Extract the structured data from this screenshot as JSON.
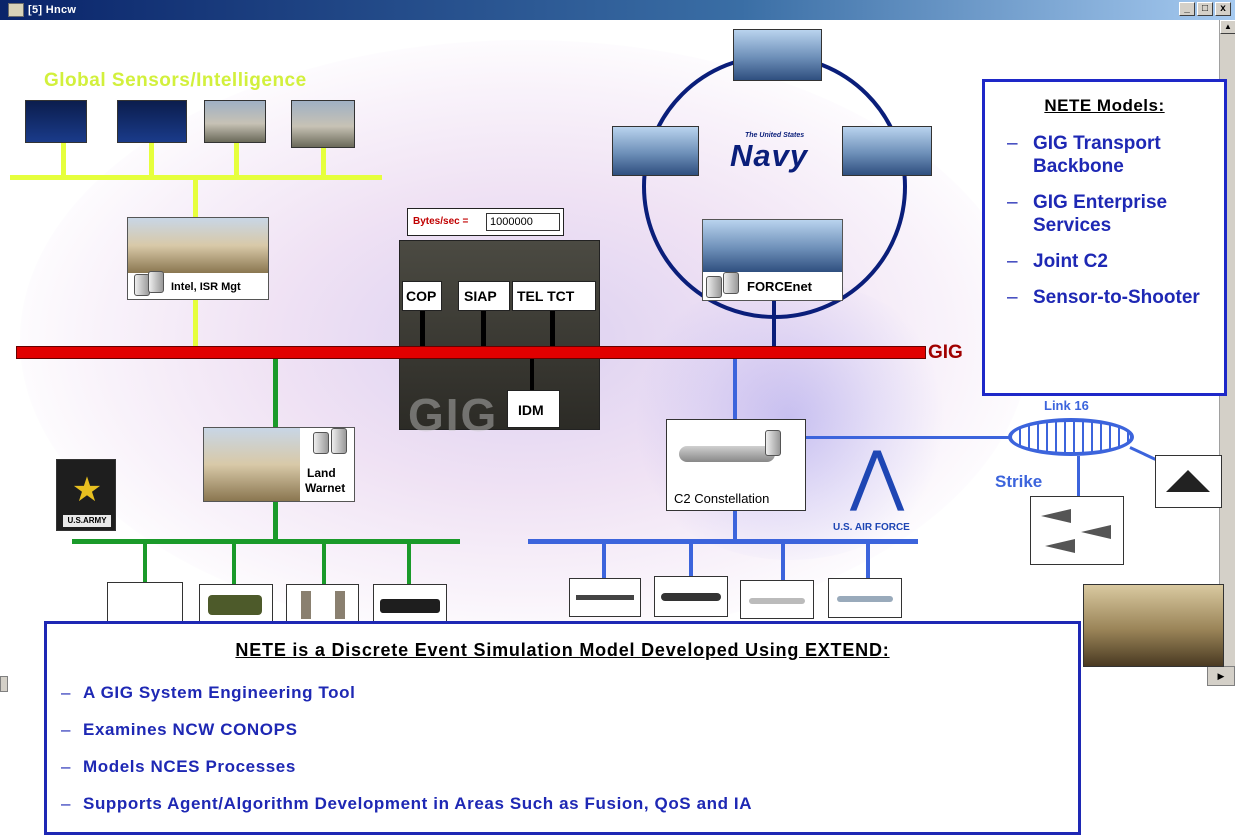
{
  "window": {
    "title": "[5] Hncw",
    "buttons": [
      "_",
      "□",
      "x"
    ]
  },
  "diagram": {
    "global_sensors_title": "Global Sensors/Intelligence",
    "navy_label": "Navy",
    "navy_sublabel": "The United States",
    "bytes_label": "Bytes/sec =",
    "bytes_value": "1000000",
    "cop": "COP",
    "siap": "SIAP",
    "tel_tct": "TEL TCT",
    "idm": "IDM",
    "gig_label": "GIG",
    "gig_watermark": "GIG",
    "intel_node": "Intel, ISR Mgt",
    "forcenet_node": "FORCEnet",
    "land_warnet_line1": "Land",
    "land_warnet_line2": "Warnet",
    "c2_constellation": "C2 Constellation",
    "link16": "Link 16",
    "strike": "Strike",
    "usaf": "U.S. AIR FORCE",
    "army_badge": "U.S.ARMY"
  },
  "models_panel": {
    "title": "NETE Models:",
    "items": [
      "GIG Transport Backbone",
      "GIG Enterprise Services",
      "Joint C2",
      "Sensor-to-Shooter"
    ]
  },
  "bottom_panel": {
    "title": "NETE is a Discrete Event Simulation Model Developed Using EXTEND:",
    "items": [
      "A GIG System Engineering Tool",
      "Examines NCW CONOPS",
      "Models NCES Processes",
      "Supports Agent/Algorithm Development in Areas Such as Fusion, QoS and IA"
    ]
  },
  "colors": {
    "sensor_bus": "#e6ff3c",
    "gig_bus": "#e10000",
    "army_bus": "#1a9a2a",
    "air_bus": "#3c64dc",
    "navy_ring": "#0a1e7a",
    "panel_border": "#1e28b4",
    "gig_text": "#a00000",
    "title_yellow": "#d2f03c"
  }
}
